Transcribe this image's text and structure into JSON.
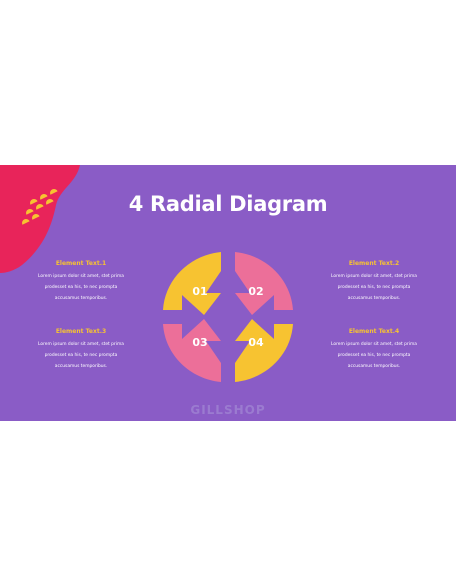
{
  "slide": {
    "title": "4 Radial Diagram",
    "watermark": "GILLSHOP",
    "colors": {
      "background": "#8a5cc6",
      "yellow": "#f7c331",
      "pink": "#ec6f99",
      "red": "#e8245a"
    }
  },
  "elements": [
    {
      "title": "Element Text.1",
      "lines": [
        "Lorem ipsum dolor sit amet, stet prima",
        "prodesset ea his, te nec prompta",
        "accusamus temporibus."
      ]
    },
    {
      "title": "Element Text.2",
      "lines": [
        "Lorem ipsum dolor sit amet, stet prima",
        "prodesset ea his, te nec prompta",
        "accusamus temporibus."
      ]
    },
    {
      "title": "Element Text.3",
      "lines": [
        "Lorem ipsum dolor sit amet, stet prima",
        "prodesset ea his, te nec prompta",
        "accusamus temporibus."
      ]
    },
    {
      "title": "Element Text.4",
      "lines": [
        "Lorem ipsum dolor sit amet, stet prima",
        "prodesset ea his, te nec prompta",
        "accusamus temporibus."
      ]
    }
  ],
  "diagram": {
    "labels": [
      "01",
      "02",
      "03",
      "04"
    ]
  }
}
